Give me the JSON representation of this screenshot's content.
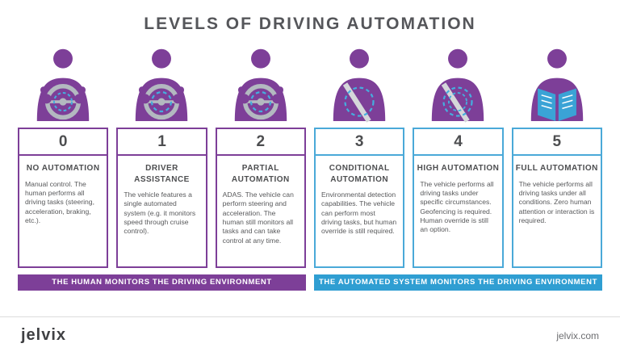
{
  "title": "LEVELS OF DRIVING AUTOMATION",
  "colors": {
    "purple": "#7d3f98",
    "blue": "#4aa9d8",
    "banner_blue": "#2f9ed2",
    "dark_text": "#4d4e50"
  },
  "levels": [
    {
      "number": "0",
      "title": "NO AUTOMATION",
      "group": "human",
      "icon": "driver-hands-on-wheel-icon",
      "description": "Manual control. The human performs all driving tasks (steering, acceleration, braking, etc.)."
    },
    {
      "number": "1",
      "title": "DRIVER ASSISTANCE",
      "group": "human",
      "icon": "driver-assistance-icon",
      "description": "The vehicle features a single automated system (e.g. it monitors speed through cruise control)."
    },
    {
      "number": "2",
      "title": "PARTIAL AUTOMATION",
      "group": "human",
      "icon": "partial-automation-driver-icon",
      "description": "ADAS. The vehicle can perform steering and acceleration. The human still monitors all tasks and can take control at any time."
    },
    {
      "number": "3",
      "title": "CONDITIONAL AUTOMATION",
      "group": "automated",
      "icon": "conditional-automation-driver-icon",
      "description": "Environmental detection capabilities. The vehicle can perform most driving tasks, but human override is still required."
    },
    {
      "number": "4",
      "title": "HIGH AUTOMATION",
      "group": "automated",
      "icon": "high-automation-driver-icon",
      "description": "The vehicle performs all driving tasks under specific circumstances. Geofencing is required. Human override is still an option."
    },
    {
      "number": "5",
      "title": "FULL AUTOMATION",
      "group": "automated",
      "icon": "reading-passenger-icon",
      "description": "The vehicle performs all driving tasks under all conditions. Zero human attention or interaction is required."
    }
  ],
  "banners": {
    "human": "THE HUMAN MONITORS THE DRIVING ENVIRONMENT",
    "automated": "THE AUTOMATED SYSTEM MONITORS THE DRIVING ENVIRONMENT"
  },
  "footer": {
    "logo": "jelvix",
    "site": "jelvix.com"
  }
}
